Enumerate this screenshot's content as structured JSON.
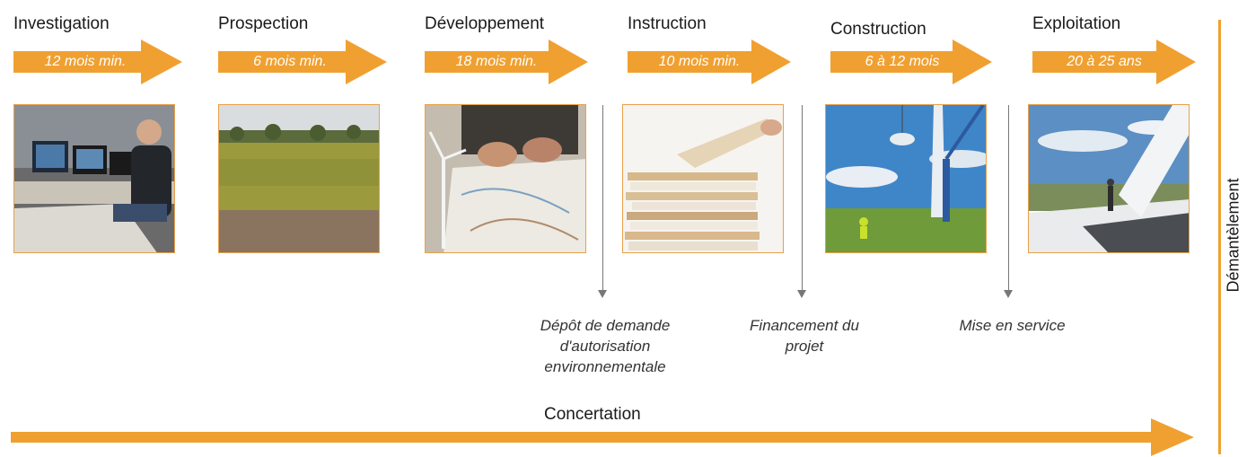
{
  "phases": [
    {
      "title": "Investigation",
      "duration": "12 mois min.",
      "photo_icon": "office-workstation-photo"
    },
    {
      "title": "Prospection",
      "duration": "6 mois min.",
      "photo_icon": "field-landscape-photo"
    },
    {
      "title": "Développement",
      "duration": "18 mois min.",
      "photo_icon": "map-planning-photo"
    },
    {
      "title": "Instruction",
      "duration": "10 mois min.",
      "photo_icon": "document-stack-photo"
    },
    {
      "title": "Construction",
      "duration": "6 à 12 mois",
      "photo_icon": "turbine-construction-photo"
    },
    {
      "title": "Exploitation",
      "duration": "20 à 25 ans",
      "photo_icon": "turbine-nacelle-photo"
    }
  ],
  "milestones": [
    {
      "text": "Dépôt de demande\nd'autorisation\nenvironnementale"
    },
    {
      "text": "Financement du\nprojet"
    },
    {
      "text": "Mise en service"
    }
  ],
  "concertation_label": "Concertation",
  "dismantling_label": "Démantèlement",
  "colors": {
    "accent": "#f0a030",
    "milestone": "#777777",
    "text": "#1a1a1a"
  }
}
